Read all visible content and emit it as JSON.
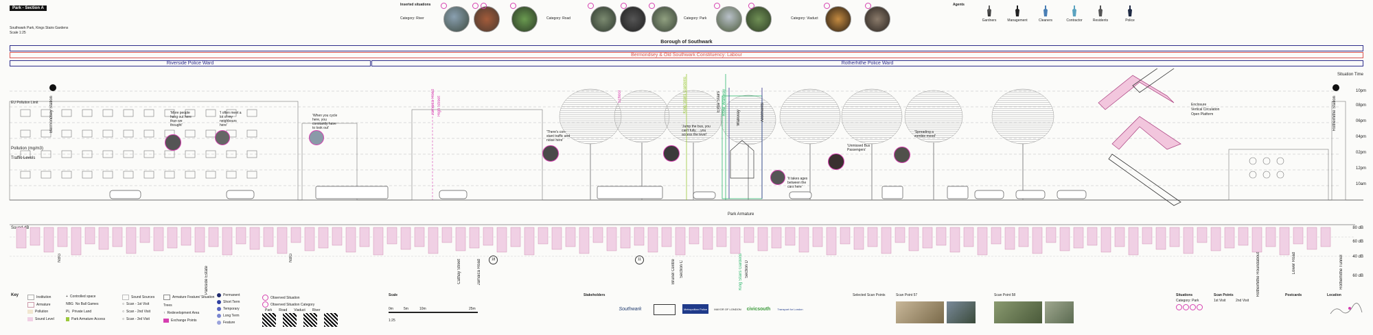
{
  "header": {
    "badge": "Park - Section A",
    "subtitle": "Southwark Park, Kings Stairs Gardens",
    "scale": "Scale 1:25"
  },
  "inserted": {
    "title": "Inserted situations",
    "categories": [
      "Category: River",
      "Category: Road",
      "Category: Park",
      "Category: Viaduct"
    ]
  },
  "agents": {
    "title": "Agents",
    "items": [
      "Gardners",
      "Management",
      "Cleaners",
      "Contractor",
      "Residents",
      "Police"
    ]
  },
  "bands": {
    "borough": "Borough of Southwark",
    "constituency": "Bermondsey & Old Southwark Constituency: Labour",
    "ward_left": "Riverside Police Ward",
    "ward_right": "Rotherhithe Police Ward"
  },
  "situation_time": {
    "title": "Situation Time",
    "times": [
      "10pm",
      "08pm",
      "06pm",
      "04pm",
      "02pm",
      "12pm",
      "10am"
    ]
  },
  "section": {
    "pollution_limit": "EU Pollution Limit",
    "pollution_unit": "Pollution (mg/m3)",
    "traffic": "Traffic Levels",
    "enclosure": [
      "Enclosure",
      "Vertical Circulation",
      "Open Platform"
    ],
    "park_armature": "Park Armature",
    "stations": [
      "Bermondsey Station",
      "Rotherhithe Station"
    ],
    "vertical_labels": [
      "Jamaica Road",
      "High Street",
      "School",
      "King Stairs Gardens",
      "River Walkway",
      "Extra Stairs",
      "Walkway",
      "Allotments"
    ],
    "quotes": [
      "'More people hang out here than we thought'",
      "'I often meet a lot of my neighbours here'",
      "'When you cycle here, you constantly have to look out'",
      "'There's con-stant traffic and noise here'",
      "'Jump the bus, you can't fully, ...you access the level'",
      "'Unmissed Bus Passengers'",
      "'Spreading a zombie mood'",
      "'It takes ages between the cars here'"
    ]
  },
  "sound": {
    "title": "Sound dB",
    "levels": [
      "80 dB",
      "60 dB",
      "40 dB",
      "60 dB"
    ]
  },
  "streets": [
    "Parkside Estate",
    "Cathay Street",
    "Jamaica Road",
    "Brunel Centre",
    "Section C",
    "King Stairs Gardens",
    "Section D",
    "Rotherhithe Roundabout",
    "Lower Road",
    "Rotherhithe Tunnel"
  ],
  "nodes": [
    "NBG",
    "NBG",
    "18",
    "11"
  ],
  "key": {
    "title": "Key",
    "col1": [
      "Institution",
      "Armature",
      "Pollution",
      "Sound Level"
    ],
    "col2": [
      "Controlled space",
      "No Ball Games",
      "Private Land",
      "Park Armature Access"
    ],
    "col2_codes": [
      "",
      "NBG",
      "PL",
      ""
    ],
    "col3": [
      "Sound Sources",
      "Scan - 1st Visit",
      "Scan - 2nd Visit",
      "Scan - 3rd Visit"
    ],
    "col4": [
      "Armature Feature/ Situation",
      "Trees",
      "Redevelopment Area",
      "Exchange Points"
    ],
    "col5": [
      "Permanent",
      "Short Term",
      "Temporary",
      "Long Term",
      "Feature"
    ],
    "col6": [
      "Observed Situation",
      "Observed Situation Category"
    ],
    "col6_sub": [
      "Park",
      "Road",
      "Viaduct",
      "River"
    ]
  },
  "scale_bar": {
    "title": "Scale",
    "ticks": [
      "0m",
      "5m",
      "10m",
      "25m"
    ],
    "ratio": "1:25"
  },
  "stakeholders": {
    "title": "Stakeholders",
    "logos": [
      "Southwark",
      "",
      "Metropolitan Police",
      "MAYOR OF LONDON",
      "civicsouth",
      "Transport for London"
    ]
  },
  "scan_points": {
    "title": "Selected Scan Points",
    "items": [
      "Scan Point 57",
      "Scan Point 58"
    ]
  },
  "situations": {
    "title": "Situations",
    "category": "Category: Park"
  },
  "scan_points_legend": {
    "title": "Scan Points",
    "cols": [
      "1st Visit",
      "2nd Visit"
    ]
  },
  "postcards": {
    "title": "Postcards"
  },
  "location": {
    "title": "Location"
  },
  "colors": {
    "pink": "#d63fb0",
    "blue_band": "#2c2c8a",
    "red_band": "#d9534f",
    "green": "#2fb86e",
    "lime": "#9bc93a"
  }
}
